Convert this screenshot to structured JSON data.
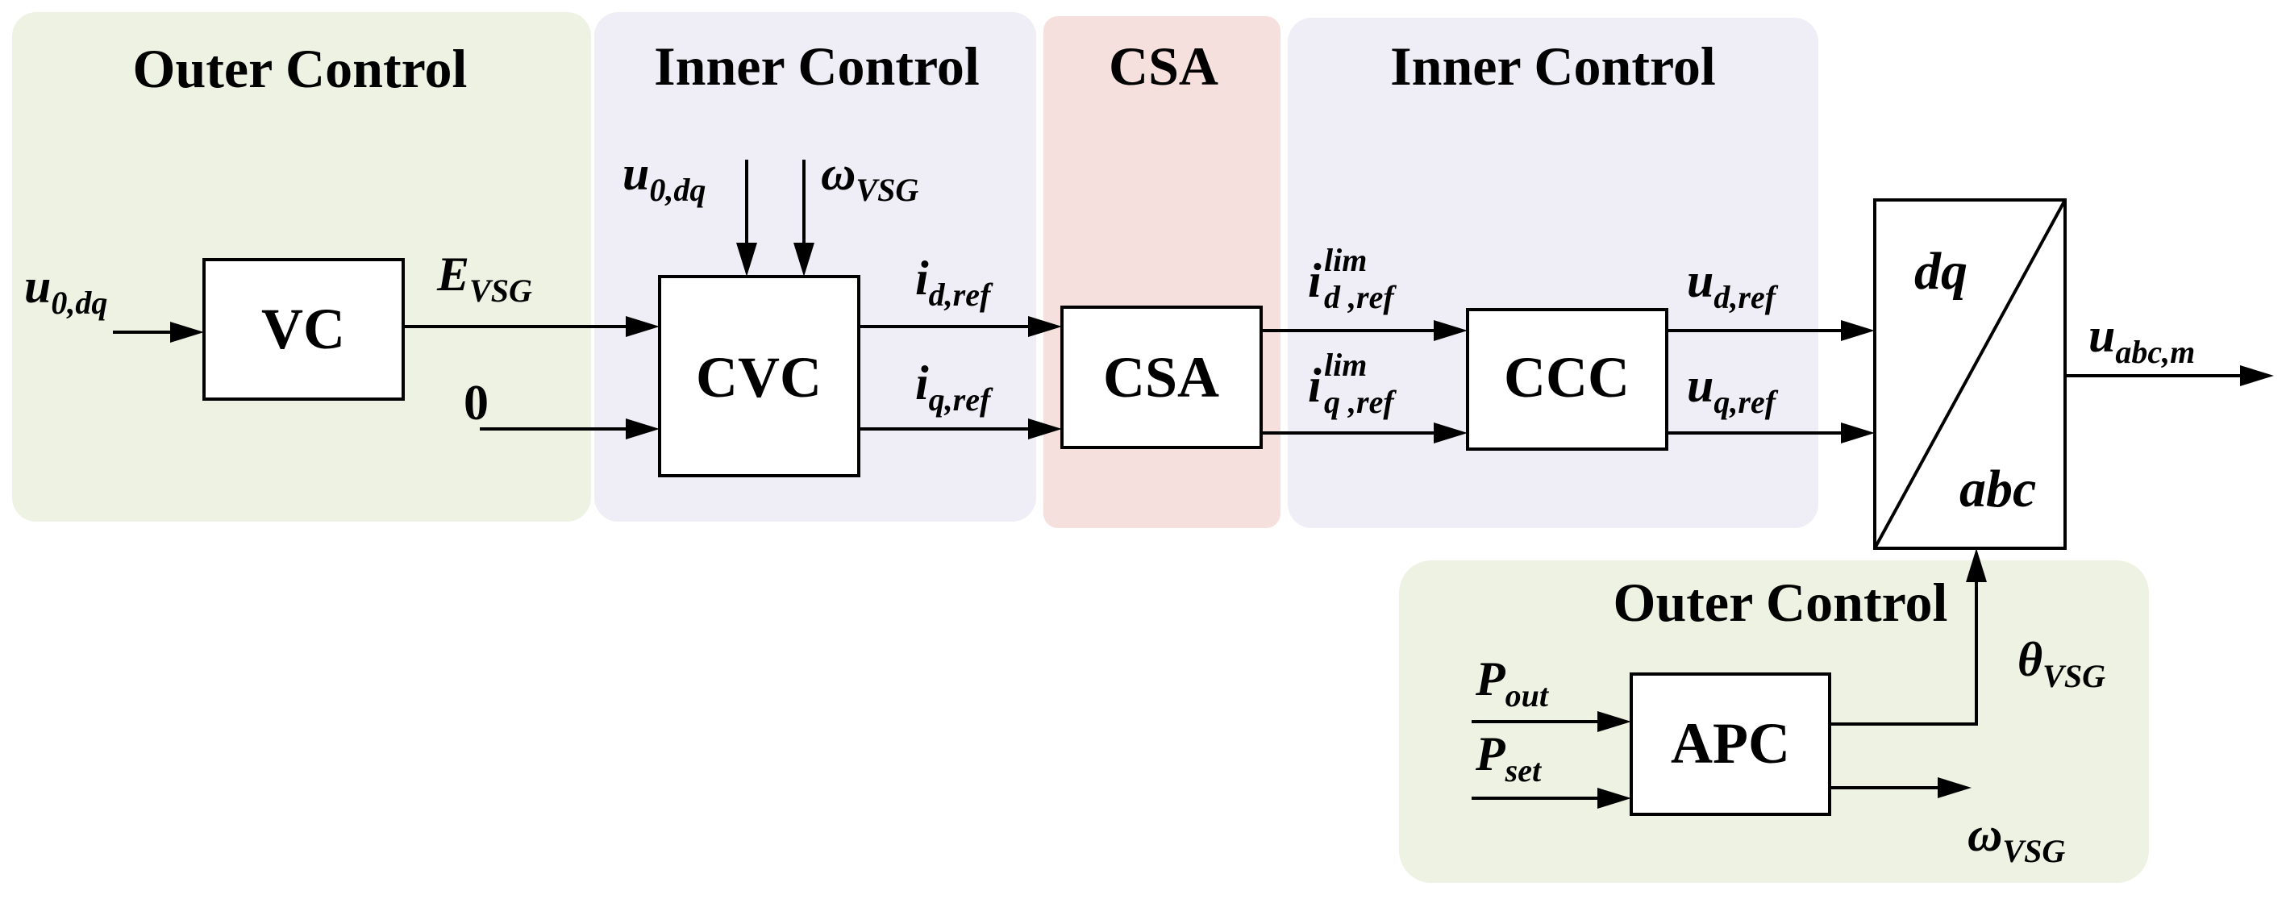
{
  "regions": {
    "outer_left": {
      "title": "Outer Control",
      "color": "#eef2e2"
    },
    "inner_left": {
      "title": "Inner Control",
      "color": "#efedf5"
    },
    "csa": {
      "title": "CSA",
      "color": "#f6e0dd"
    },
    "inner_right": {
      "title": "Inner Control",
      "color": "#efedf5"
    },
    "outer_bottom": {
      "title": "Outer Control",
      "color": "#eef2e2"
    }
  },
  "blocks": {
    "vc": "VC",
    "cvc": "CVC",
    "csa": "CSA",
    "ccc": "CCC",
    "apc": "APC",
    "transform_top": "dq",
    "transform_bottom": "abc"
  },
  "signals": {
    "u0dq_in": {
      "main": "u",
      "sub": "0,dq"
    },
    "evsg": {
      "main": "E",
      "sub": "VSG"
    },
    "zero": {
      "main": "0"
    },
    "u0dq_top": {
      "main": "u",
      "sub": "0,dq"
    },
    "omega_top": {
      "main": "ω",
      "sub": "VSG"
    },
    "idref": {
      "main": "i",
      "sub": "d,ref"
    },
    "iqref": {
      "main": "i",
      "sub": "q,ref"
    },
    "idlim": {
      "main": "i",
      "sup": "lim",
      "sub": "d ,ref"
    },
    "iqlim": {
      "main": "i",
      "sup": "lim",
      "sub": "q ,ref"
    },
    "udref": {
      "main": "u",
      "sub": "d,ref"
    },
    "uqref": {
      "main": "u",
      "sub": "q,ref"
    },
    "uabcm": {
      "main": "u",
      "sub": "abc,m"
    },
    "theta": {
      "main": "θ",
      "sub": "VSG"
    },
    "pout": {
      "main": "P",
      "sub": "out"
    },
    "pset": {
      "main": "P",
      "sub": "set"
    },
    "omega_out": {
      "main": "ω",
      "sub": "VSG"
    }
  }
}
